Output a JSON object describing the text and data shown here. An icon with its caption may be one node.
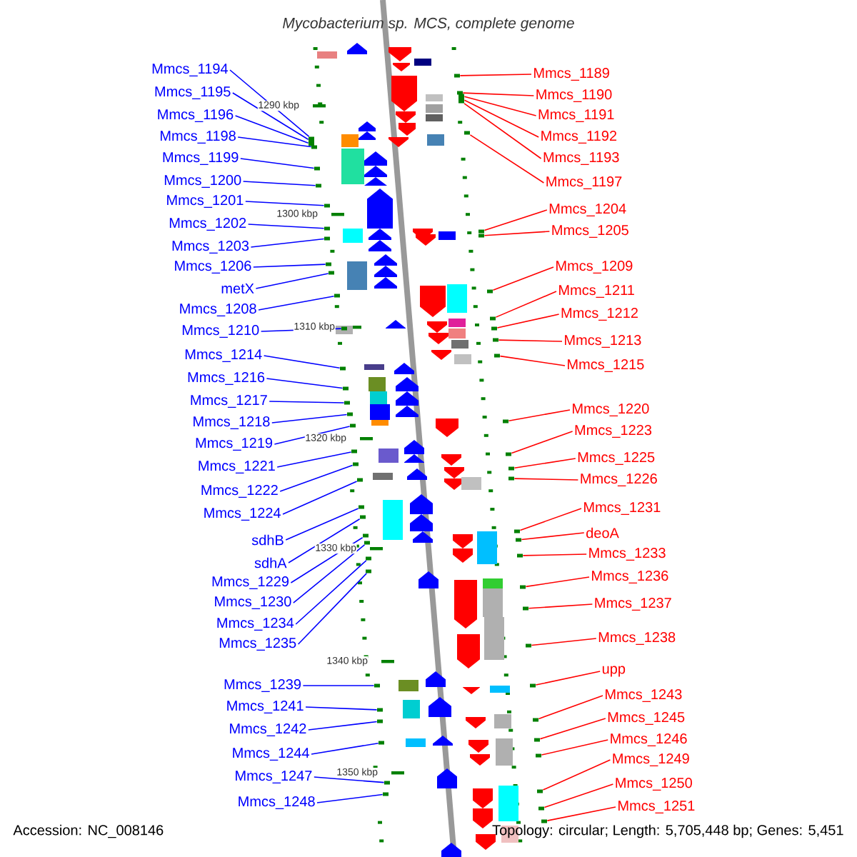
{
  "diagram": {
    "title": "Mycobacterium sp. MCS, complete genome",
    "nodes": [
      {
        "text": [
          "Mmcs_1194"
        ]
      },
      {
        "text": [
          "Mmcs_1195"
        ]
      },
      {
        "text": [
          "Mmcs_1196"
        ]
      },
      {
        "text": [
          "Mmcs_1198"
        ]
      },
      {
        "text": [
          "Mmcs_1199"
        ]
      },
      {
        "text": [
          "Mmcs_1200"
        ]
      },
      {
        "text": [
          "Mmcs_1201"
        ]
      },
      {
        "text": [
          "Mmcs_1202"
        ]
      },
      {
        "text": [
          "Mmcs_1203"
        ]
      },
      {
        "text": [
          "Mmcs_1206"
        ]
      },
      {
        "text": [
          "metX"
        ]
      },
      {
        "text": [
          "Mmcs_1208"
        ]
      },
      {
        "text": [
          "Mmcs_1210"
        ]
      },
      {
        "text": [
          "Mmcs_1214"
        ]
      },
      {
        "text": [
          "Mmcs_1216"
        ]
      },
      {
        "text": [
          "Mmcs_1217"
        ]
      },
      {
        "text": [
          "Mmcs_1218"
        ]
      },
      {
        "text": [
          "Mmcs_1219"
        ]
      },
      {
        "text": [
          "Mmcs_1221"
        ]
      },
      {
        "text": [
          "Mmcs_1222"
        ]
      },
      {
        "text": [
          "Mmcs_1224"
        ]
      },
      {
        "text": [
          "sdhB"
        ]
      },
      {
        "text": [
          "sdhA"
        ]
      },
      {
        "text": [
          "Mmcs_1229"
        ]
      },
      {
        "text": [
          "Mmcs_1230"
        ]
      },
      {
        "text": [
          "Mmcs_1234"
        ]
      },
      {
        "text": [
          "Mmcs_1235"
        ]
      },
      {
        "text": [
          "Mmcs_1239"
        ]
      },
      {
        "text": [
          "Mmcs_1241"
        ]
      },
      {
        "text": [
          "Mmcs_1242"
        ]
      },
      {
        "text": [
          "Mmcs_1244"
        ]
      },
      {
        "text": [
          "Mmcs_1247"
        ]
      },
      {
        "text": [
          "Mmcs_1248"
        ]
      },
      {
        "text": [
          "Mmcs_1189"
        ]
      },
      {
        "text": [
          "Mmcs_1190"
        ]
      },
      {
        "text": [
          "Mmcs_1191"
        ]
      },
      {
        "text": [
          "Mmcs_1192"
        ]
      },
      {
        "text": [
          "Mmcs_1193"
        ]
      },
      {
        "text": [
          "Mmcs_1197"
        ]
      },
      {
        "text": [
          "Mmcs_1204"
        ]
      },
      {
        "text": [
          "Mmcs_1205"
        ]
      },
      {
        "text": [
          "Mmcs_1209"
        ]
      },
      {
        "text": [
          "Mmcs_1211"
        ]
      },
      {
        "text": [
          "Mmcs_1212"
        ]
      },
      {
        "text": [
          "Mmcs_1213"
        ]
      },
      {
        "text": [
          "Mmcs_1215"
        ]
      },
      {
        "text": [
          "Mmcs_1220"
        ]
      },
      {
        "text": [
          "Mmcs_1223"
        ]
      },
      {
        "text": [
          "Mmcs_1225"
        ]
      },
      {
        "text": [
          "Mmcs_1226"
        ]
      },
      {
        "text": [
          "Mmcs_1231"
        ]
      },
      {
        "text": [
          "deoA"
        ]
      },
      {
        "text": [
          "Mmcs_1233"
        ]
      },
      {
        "text": [
          "Mmcs_1236"
        ]
      },
      {
        "text": [
          "Mmcs_1237"
        ]
      },
      {
        "text": [
          "Mmcs_1238"
        ]
      },
      {
        "text": [
          "upp"
        ]
      },
      {
        "text": [
          "Mmcs_1243"
        ]
      },
      {
        "text": [
          "Mmcs_1245"
        ]
      },
      {
        "text": [
          "Mmcs_1246"
        ]
      },
      {
        "text": [
          "Mmcs_1249"
        ]
      },
      {
        "text": [
          "Mmcs_1250"
        ]
      },
      {
        "text": [
          "Mmcs_1251"
        ]
      },
      {
        "text": [],
        "shape": "bar"
      },
      {
        "text": [],
        "shape": "bar"
      },
      {
        "text": [],
        "shape": "bar"
      },
      {
        "text": [],
        "shape": "bar"
      },
      {
        "text": [],
        "shape": "bar"
      },
      {
        "text": [],
        "shape": "bar"
      },
      {
        "text": [],
        "shape": "bar"
      },
      {
        "text": [],
        "shape": "bar"
      },
      {
        "text": [],
        "shape": "bar"
      },
      {
        "text": [],
        "shape": "bar"
      },
      {
        "text": [],
        "shape": "bar"
      },
      {
        "text": [],
        "shape": "bar"
      },
      {
        "text": [],
        "shape": "bar"
      },
      {
        "text": [],
        "shape": "bar"
      },
      {
        "text": [],
        "shape": "bar"
      },
      {
        "text": [],
        "shape": "bar"
      },
      {
        "text": [],
        "shape": "bar"
      },
      {
        "text": [],
        "shape": "bar"
      },
      {
        "text": [],
        "shape": "bar"
      },
      {
        "text": [],
        "shape": "bar"
      },
      {
        "text": [],
        "shape": "bar"
      },
      {
        "text": [],
        "shape": "bar"
      },
      {
        "text": [],
        "shape": "bar"
      },
      {
        "text": [],
        "shape": "bar"
      },
      {
        "text": [],
        "shape": "bar"
      },
      {
        "text": [],
        "shape": "bar"
      },
      {
        "text": [],
        "shape": "bar"
      },
      {
        "text": [],
        "shape": "bar"
      },
      {
        "text": [],
        "shape": "bar"
      },
      {
        "text": [],
        "shape": "bar"
      },
      {
        "text": [],
        "shape": "bar"
      },
      {
        "text": [],
        "shape": "bar"
      },
      {
        "text": [],
        "shape": "bar"
      },
      {
        "text": [],
        "shape": "bar"
      },
      {
        "text": [],
        "shape": "bar"
      },
      {
        "text": [],
        "shape": "bar"
      },
      {
        "text": [],
        "shape": "bar"
      },
      {
        "text": [],
        "shape": "bar"
      },
      {
        "text": [],
        "shape": "bar"
      },
      {
        "text": [],
        "shape": "bar"
      },
      {
        "text": [],
        "shape": "bar"
      },
      {
        "text": [],
        "shape": "bar"
      },
      {
        "text": [],
        "shape": "bar"
      },
      {
        "text": [],
        "shape": "bar"
      },
      {
        "text": [],
        "shape": "bar"
      },
      {
        "text": [],
        "shape": "bar"
      },
      {
        "text": [],
        "shape": "bar"
      },
      {
        "text": [],
        "shape": "bar"
      },
      {
        "text": [],
        "shape": "bar"
      },
      {
        "text": [],
        "shape": "bar"
      },
      {
        "text": [],
        "shape": "bar"
      },
      {
        "text": [],
        "shape": "bar"
      },
      {
        "text": [],
        "shape": "bar"
      },
      {
        "text": [],
        "shape": "bar"
      },
      {
        "text": [],
        "shape": "bar"
      },
      {
        "text": [],
        "shape": "bar"
      },
      {
        "text": [],
        "shape": "bar"
      },
      {
        "text": [],
        "shape": "bar"
      },
      {
        "text": [],
        "shape": "bar"
      },
      {
        "text": [],
        "shape": "bar"
      },
      {
        "text": [],
        "shape": "bar"
      },
      {
        "text": [],
        "shape": "bar"
      },
      {
        "text": [],
        "shape": "bar"
      }
    ],
    "edges": [
      {
        "from": 0,
        "to": 63,
        "arrow": "none"
      },
      {
        "from": 1,
        "to": 64,
        "arrow": "none"
      },
      {
        "from": 2,
        "to": 65,
        "arrow": "none"
      },
      {
        "from": 3,
        "to": 66,
        "arrow": "none"
      },
      {
        "from": 4,
        "to": 67,
        "arrow": "none"
      },
      {
        "from": 5,
        "to": 68,
        "arrow": "none"
      },
      {
        "from": 6,
        "to": 69,
        "arrow": "none"
      },
      {
        "from": 7,
        "to": 70,
        "arrow": "none"
      },
      {
        "from": 8,
        "to": 71,
        "arrow": "none"
      },
      {
        "from": 9,
        "to": 72,
        "arrow": "none"
      },
      {
        "from": 10,
        "to": 73,
        "arrow": "none"
      },
      {
        "from": 11,
        "to": 74,
        "arrow": "none"
      },
      {
        "from": 12,
        "to": 75,
        "arrow": "none"
      },
      {
        "from": 13,
        "to": 76,
        "arrow": "none"
      },
      {
        "from": 14,
        "to": 77,
        "arrow": "none"
      },
      {
        "from": 15,
        "to": 78,
        "arrow": "none"
      },
      {
        "from": 16,
        "to": 79,
        "arrow": "none"
      },
      {
        "from": 17,
        "to": 80,
        "arrow": "none"
      },
      {
        "from": 18,
        "to": 81,
        "arrow": "none"
      },
      {
        "from": 19,
        "to": 82,
        "arrow": "none"
      },
      {
        "from": 20,
        "to": 83,
        "arrow": "none"
      },
      {
        "from": 21,
        "to": 84,
        "arrow": "none"
      },
      {
        "from": 22,
        "to": 85,
        "arrow": "none"
      },
      {
        "from": 23,
        "to": 86,
        "arrow": "none"
      },
      {
        "from": 24,
        "to": 87,
        "arrow": "none"
      },
      {
        "from": 25,
        "to": 88,
        "arrow": "none"
      },
      {
        "from": 26,
        "to": 89,
        "arrow": "none"
      },
      {
        "from": 27,
        "to": 90,
        "arrow": "none"
      },
      {
        "from": 28,
        "to": 91,
        "arrow": "none"
      },
      {
        "from": 29,
        "to": 92,
        "arrow": "none"
      },
      {
        "from": 30,
        "to": 93,
        "arrow": "none"
      },
      {
        "from": 31,
        "to": 94,
        "arrow": "none"
      },
      {
        "from": 32,
        "to": 95,
        "arrow": "none"
      },
      {
        "from": 33,
        "to": 96,
        "arrow": "none",
        "color": "#ff0000"
      },
      {
        "from": 34,
        "to": 97,
        "arrow": "none",
        "color": "#ff0000"
      },
      {
        "from": 35,
        "to": 98,
        "arrow": "none",
        "color": "#ff0000"
      },
      {
        "from": 36,
        "to": 99,
        "arrow": "none",
        "color": "#ff0000"
      },
      {
        "from": 37,
        "to": 100,
        "arrow": "none",
        "color": "#ff0000"
      },
      {
        "from": 38,
        "to": 101,
        "arrow": "none",
        "color": "#ff0000"
      },
      {
        "from": 39,
        "to": 102,
        "arrow": "none",
        "color": "#ff0000"
      },
      {
        "from": 40,
        "to": 103,
        "arrow": "none",
        "color": "#ff0000"
      },
      {
        "from": 41,
        "to": 104,
        "arrow": "none",
        "color": "#ff0000"
      },
      {
        "from": 42,
        "to": 105,
        "arrow": "none",
        "color": "#ff0000"
      },
      {
        "from": 43,
        "to": 106,
        "arrow": "none",
        "color": "#ff0000"
      },
      {
        "from": 44,
        "to": 107,
        "arrow": "none",
        "color": "#ff0000"
      },
      {
        "from": 45,
        "to": 108,
        "arrow": "none",
        "color": "#ff0000"
      },
      {
        "from": 46,
        "to": 109,
        "arrow": "none",
        "color": "#ff0000"
      },
      {
        "from": 47,
        "to": 110,
        "arrow": "none",
        "color": "#ff0000"
      },
      {
        "from": 48,
        "to": 111,
        "arrow": "none",
        "color": "#ff0000"
      },
      {
        "from": 49,
        "to": 112,
        "arrow": "none",
        "color": "#ff0000"
      },
      {
        "from": 50,
        "to": 113,
        "arrow": "none",
        "color": "#ff0000"
      },
      {
        "from": 51,
        "to": 114,
        "arrow": "none",
        "color": "#ff0000"
      },
      {
        "from": 52,
        "to": 115,
        "arrow": "none",
        "color": "#ff0000"
      },
      {
        "from": 53,
        "to": 116,
        "arrow": "none",
        "color": "#ff0000"
      },
      {
        "from": 54,
        "to": 117,
        "arrow": "none",
        "color": "#ff0000"
      },
      {
        "from": 55,
        "to": 118,
        "arrow": "none",
        "color": "#ff0000"
      },
      {
        "from": 56,
        "to": 119,
        "arrow": "none",
        "color": "#ff0000"
      },
      {
        "from": 57,
        "to": 120,
        "arrow": "none",
        "color": "#ff0000"
      },
      {
        "from": 58,
        "to": 121,
        "arrow": "none",
        "color": "#ff0000"
      },
      {
        "from": 59,
        "to": 122,
        "arrow": "none",
        "color": "#ff0000"
      },
      {
        "from": 60,
        "to": 123,
        "arrow": "none",
        "color": "#ff0000"
      },
      {
        "from": 61,
        "to": 124,
        "arrow": "none",
        "color": "#ff0000"
      },
      {
        "from": 62,
        "to": 125,
        "arrow": "none",
        "color": "#ff0000"
      }
    ],
    "labels": [
      "1290 kbp",
      "1300 kbp",
      "1310 kbp",
      "1320 kbp",
      "1330 kbp",
      "1340 kbp",
      "1350 kbp",
      "Accession: NC_008146",
      "Topology: circular; Length: 5,705,448 bp; Genes: 5,451"
    ]
  }
}
